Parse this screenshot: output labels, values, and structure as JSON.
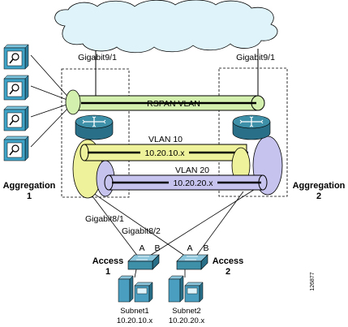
{
  "colors": {
    "yellow": "#eef29a",
    "green": "#d3f0ae",
    "lavender": "#c6c4ef",
    "router": "#3e8fa8",
    "router_dark": "#2a6f88",
    "cloud": "#dff4fa",
    "probe": "#40a3c8",
    "server": "#4a9fc0"
  },
  "icons": {
    "cloud": "cloud-icon",
    "router": "router-icon",
    "switch": "switch-icon",
    "probe": "network-analysis-probe-icon",
    "server": "server-icon"
  },
  "labels": {
    "gig9_left": "Gigabit9/1",
    "gig9_right": "Gigabit9/1",
    "rspan": "RSPAN VLAN",
    "vlan10": "VLAN 10",
    "vlan10_subnet": "10.20.10.x",
    "vlan20": "VLAN 20",
    "vlan20_subnet": "10.20.20.x",
    "agg1_name": "Aggregation",
    "agg1_num": "1",
    "agg2_name": "Aggregation",
    "agg2_num": "2",
    "gig8_1": "Gigabit8/1",
    "gig8_2": "Gigabit8/2",
    "access1_a": "A",
    "access1_b": "B",
    "access2_a": "A",
    "access2_b": "B",
    "access1_name": "Access",
    "access1_num": "1",
    "access2_name": "Access",
    "access2_num": "2",
    "subnet1_name": "Subnet1",
    "subnet1_addr": "10.20.10.x",
    "subnet2_name": "Subnet2",
    "subnet2_addr": "10.20.20.x",
    "figure_id": "126877"
  }
}
